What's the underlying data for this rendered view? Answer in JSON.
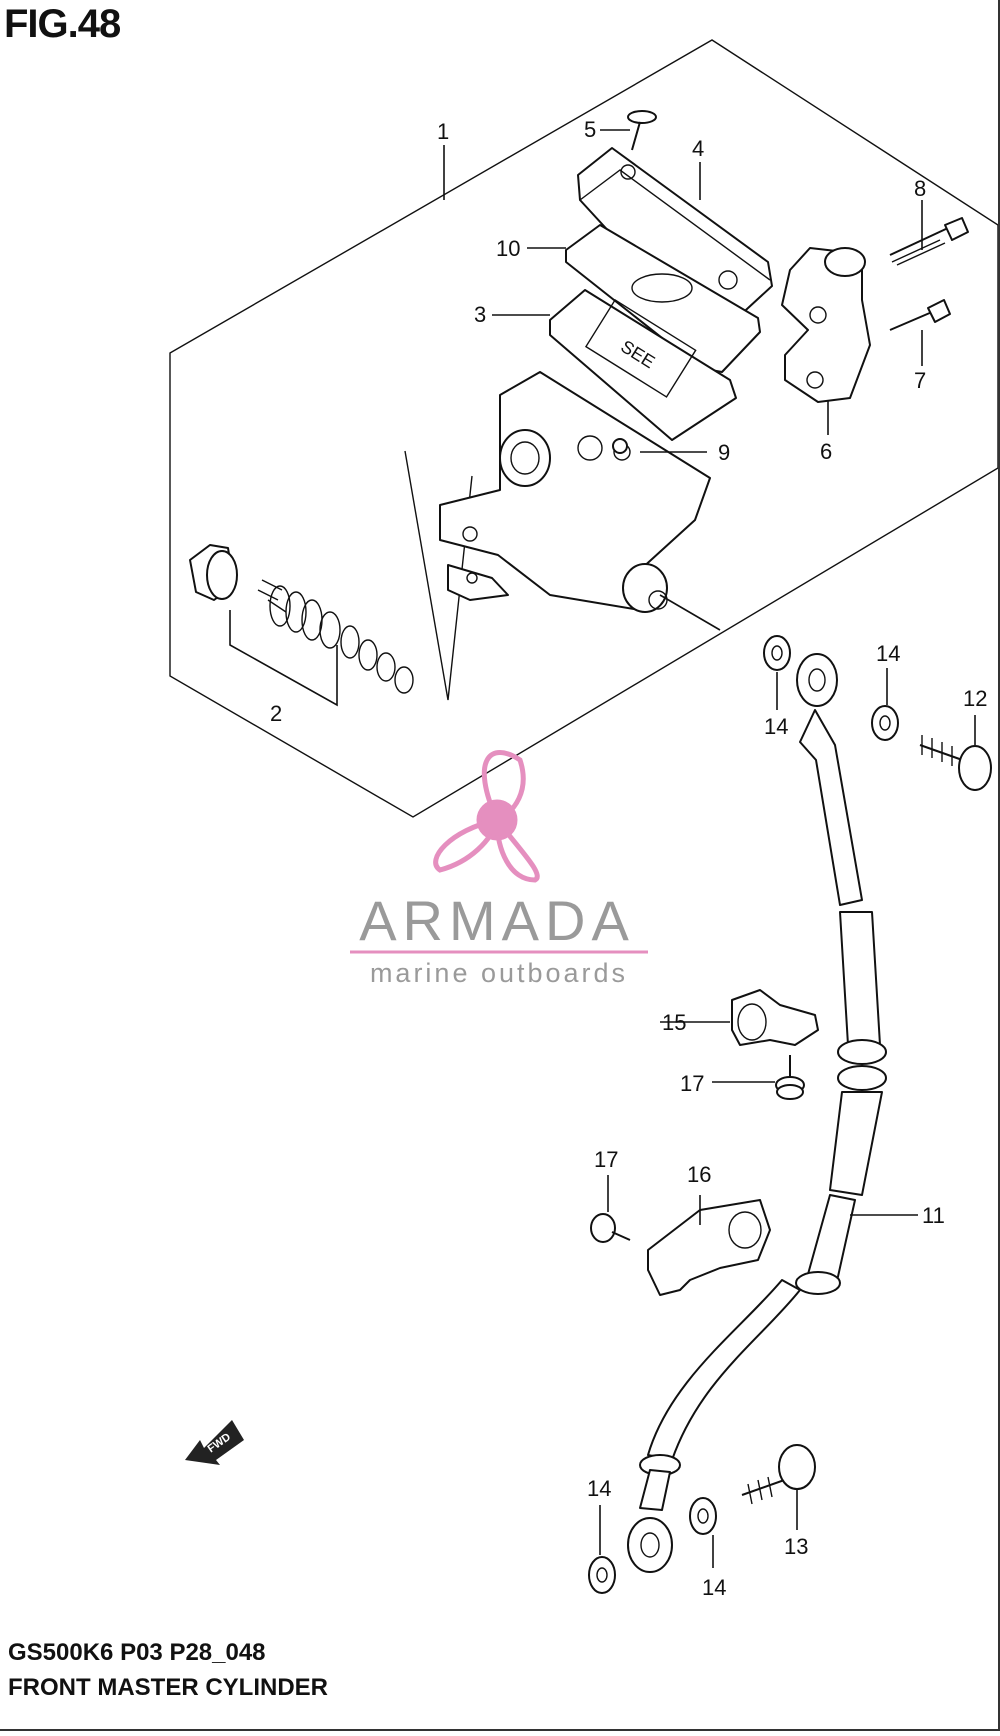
{
  "figure": {
    "title": "FIG.48",
    "code": "GS500K6 P03 P28_048",
    "name": "FRONT MASTER CYLINDER"
  },
  "callouts": [
    {
      "id": "1",
      "label": "1"
    },
    {
      "id": "2",
      "label": "2"
    },
    {
      "id": "3",
      "label": "3"
    },
    {
      "id": "4",
      "label": "4"
    },
    {
      "id": "5",
      "label": "5"
    },
    {
      "id": "6",
      "label": "6"
    },
    {
      "id": "7",
      "label": "7"
    },
    {
      "id": "8",
      "label": "8"
    },
    {
      "id": "9",
      "label": "9"
    },
    {
      "id": "10",
      "label": "10"
    },
    {
      "id": "11",
      "label": "11"
    },
    {
      "id": "12",
      "label": "12"
    },
    {
      "id": "13",
      "label": "13"
    },
    {
      "id": "14a",
      "label": "14"
    },
    {
      "id": "14b",
      "label": "14"
    },
    {
      "id": "14c",
      "label": "14"
    },
    {
      "id": "14d",
      "label": "14"
    },
    {
      "id": "15",
      "label": "15"
    },
    {
      "id": "16",
      "label": "16"
    },
    {
      "id": "17a",
      "label": "17"
    },
    {
      "id": "17b",
      "label": "17"
    }
  ],
  "watermark": {
    "brand": "ARMADA",
    "tagline": "marine outboards",
    "color": "#e58fbf",
    "text_color": "#9a9a9a"
  },
  "fwd_arrow": {
    "label": "FWD"
  }
}
